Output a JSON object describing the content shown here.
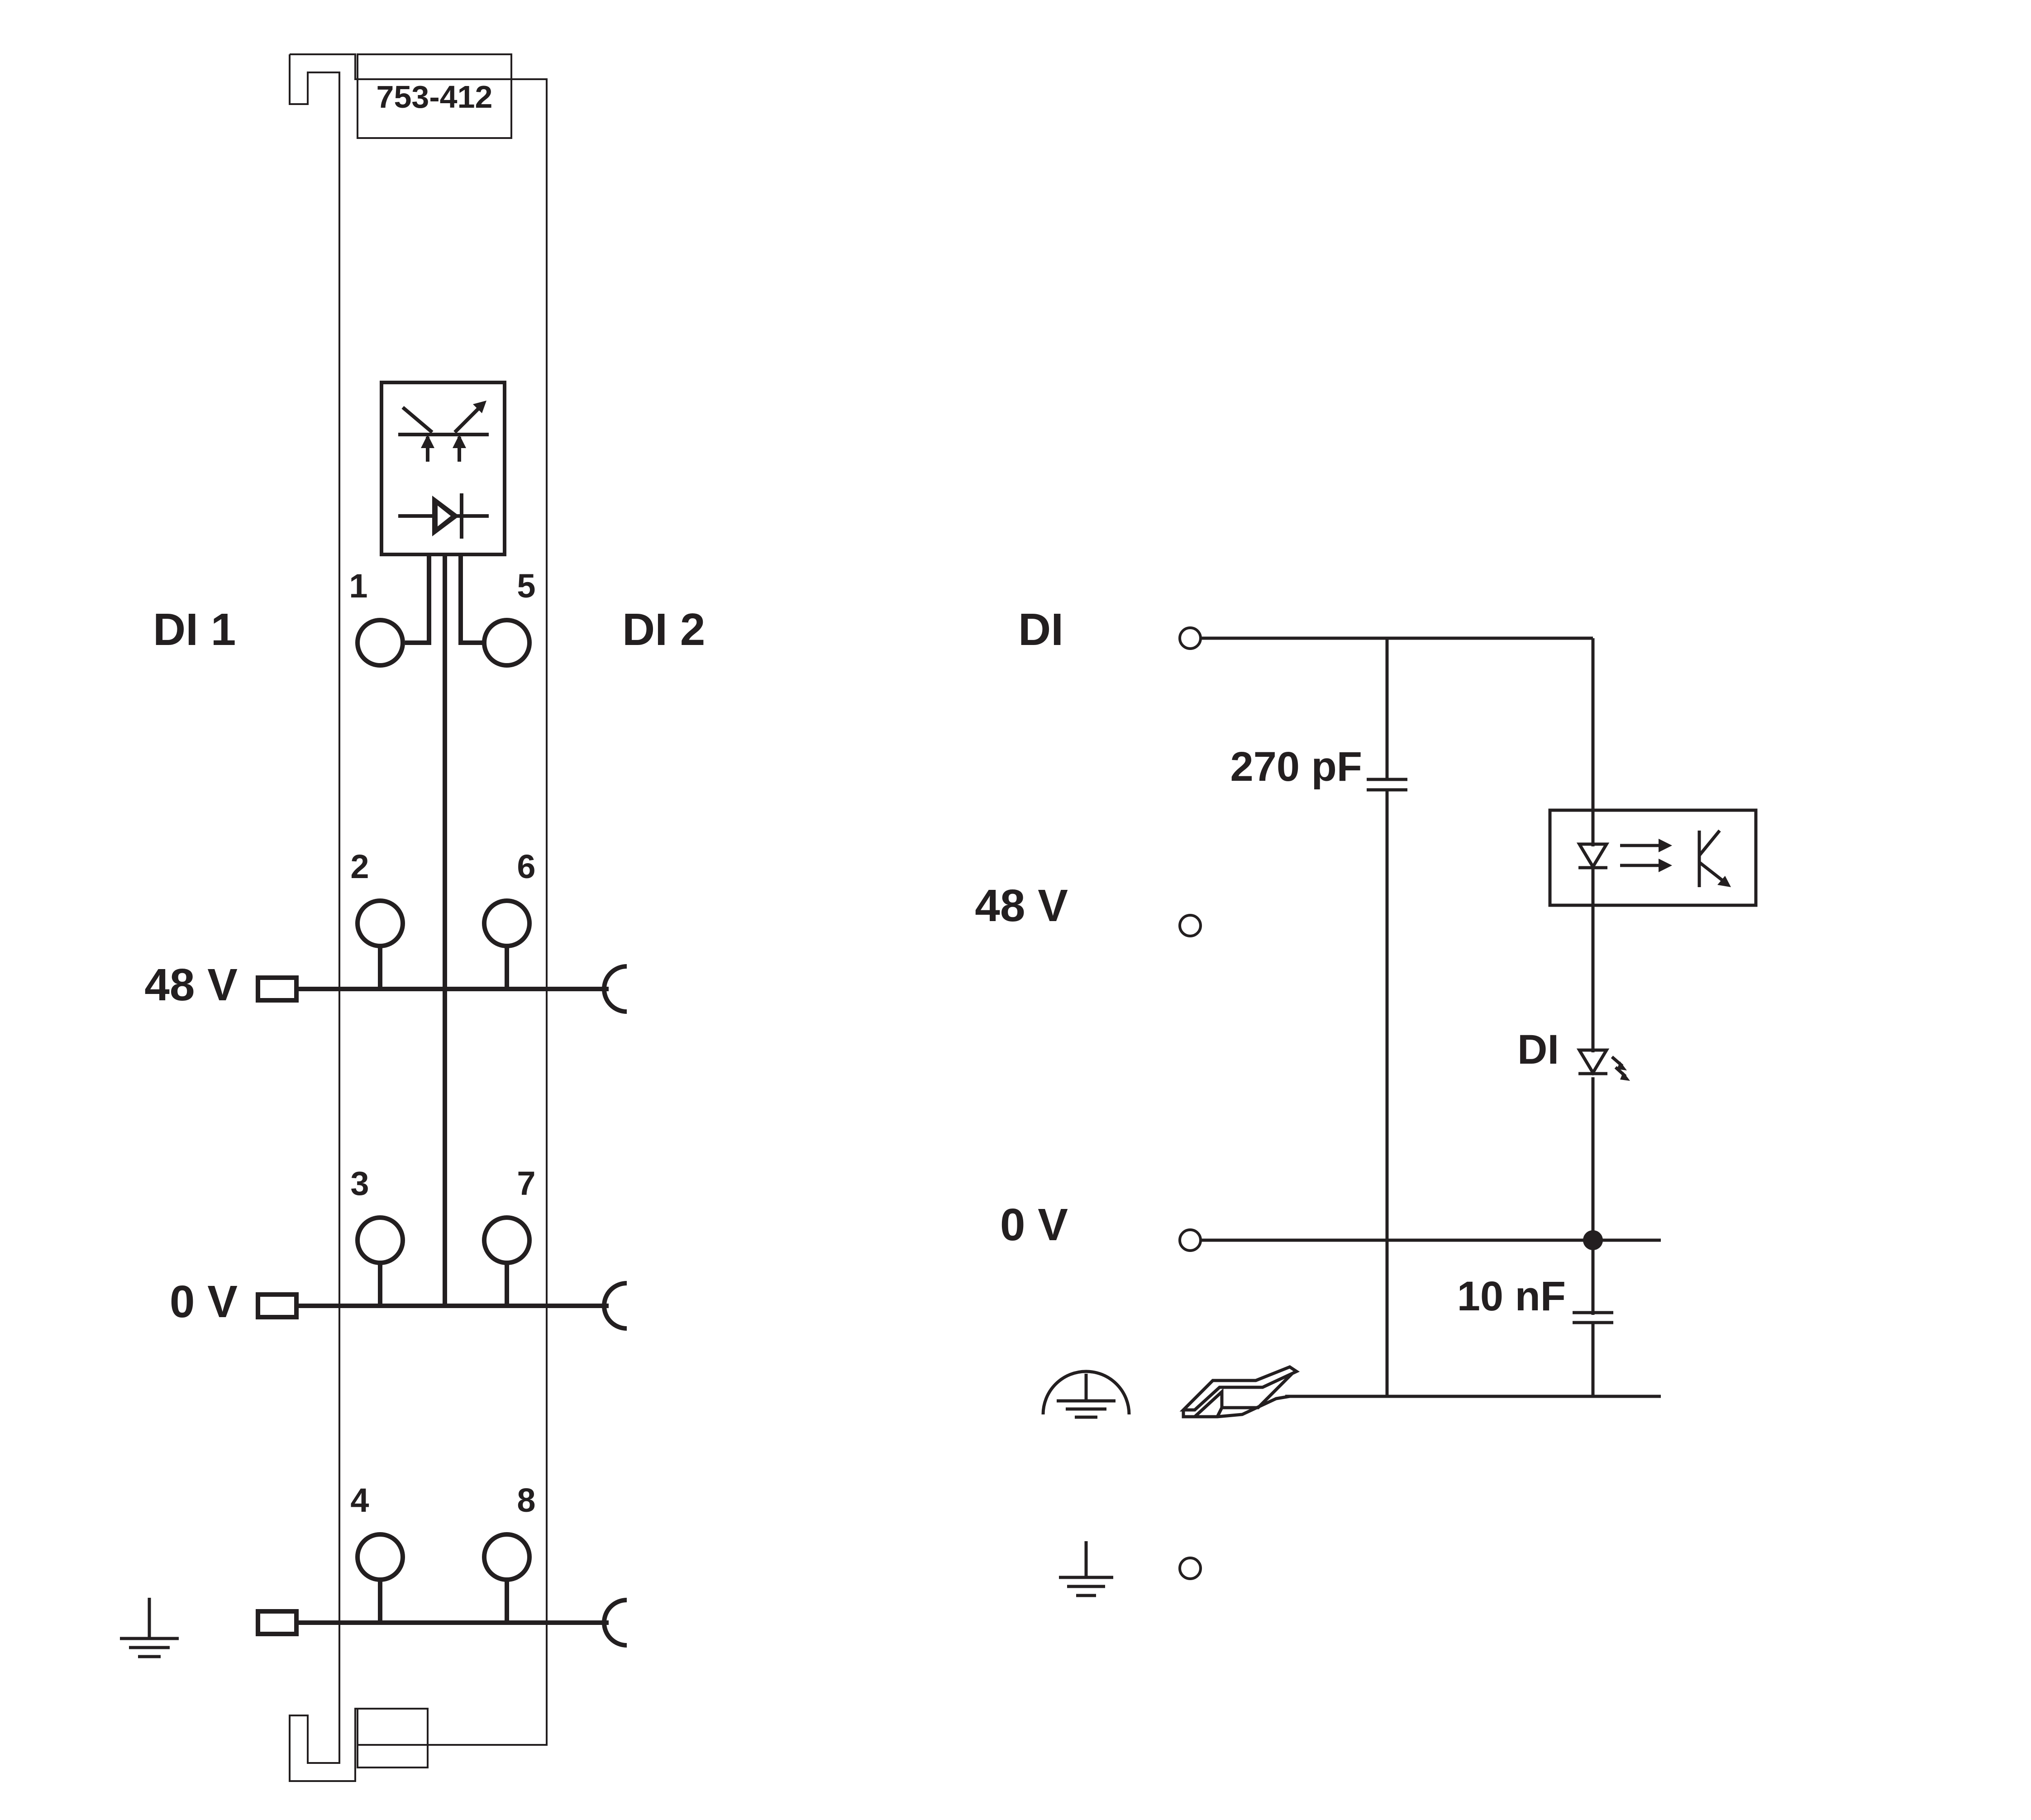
{
  "module": {
    "part_number": "753-412"
  },
  "left_diagram": {
    "channel_labels": [
      "DI 1",
      "DI 2"
    ],
    "rail_labels": [
      "48 V",
      "0 V"
    ],
    "terminal_numbers": [
      "1",
      "2",
      "3",
      "4",
      "5",
      "6",
      "7",
      "8"
    ],
    "icons": [
      "module-body",
      "optocoupler-symbol",
      "diode-symbol",
      "ground-icon"
    ]
  },
  "right_diagram": {
    "terminal_labels": [
      "DI",
      "48 V",
      "0 V"
    ],
    "components": {
      "input_capacitor": "270 pF",
      "ground_capacitor": "10 nF",
      "led_label": "DI"
    },
    "icons": [
      "optocoupler-icon",
      "led-icon",
      "shield-ground-icon",
      "din-rail-icon",
      "ground-icon"
    ]
  }
}
